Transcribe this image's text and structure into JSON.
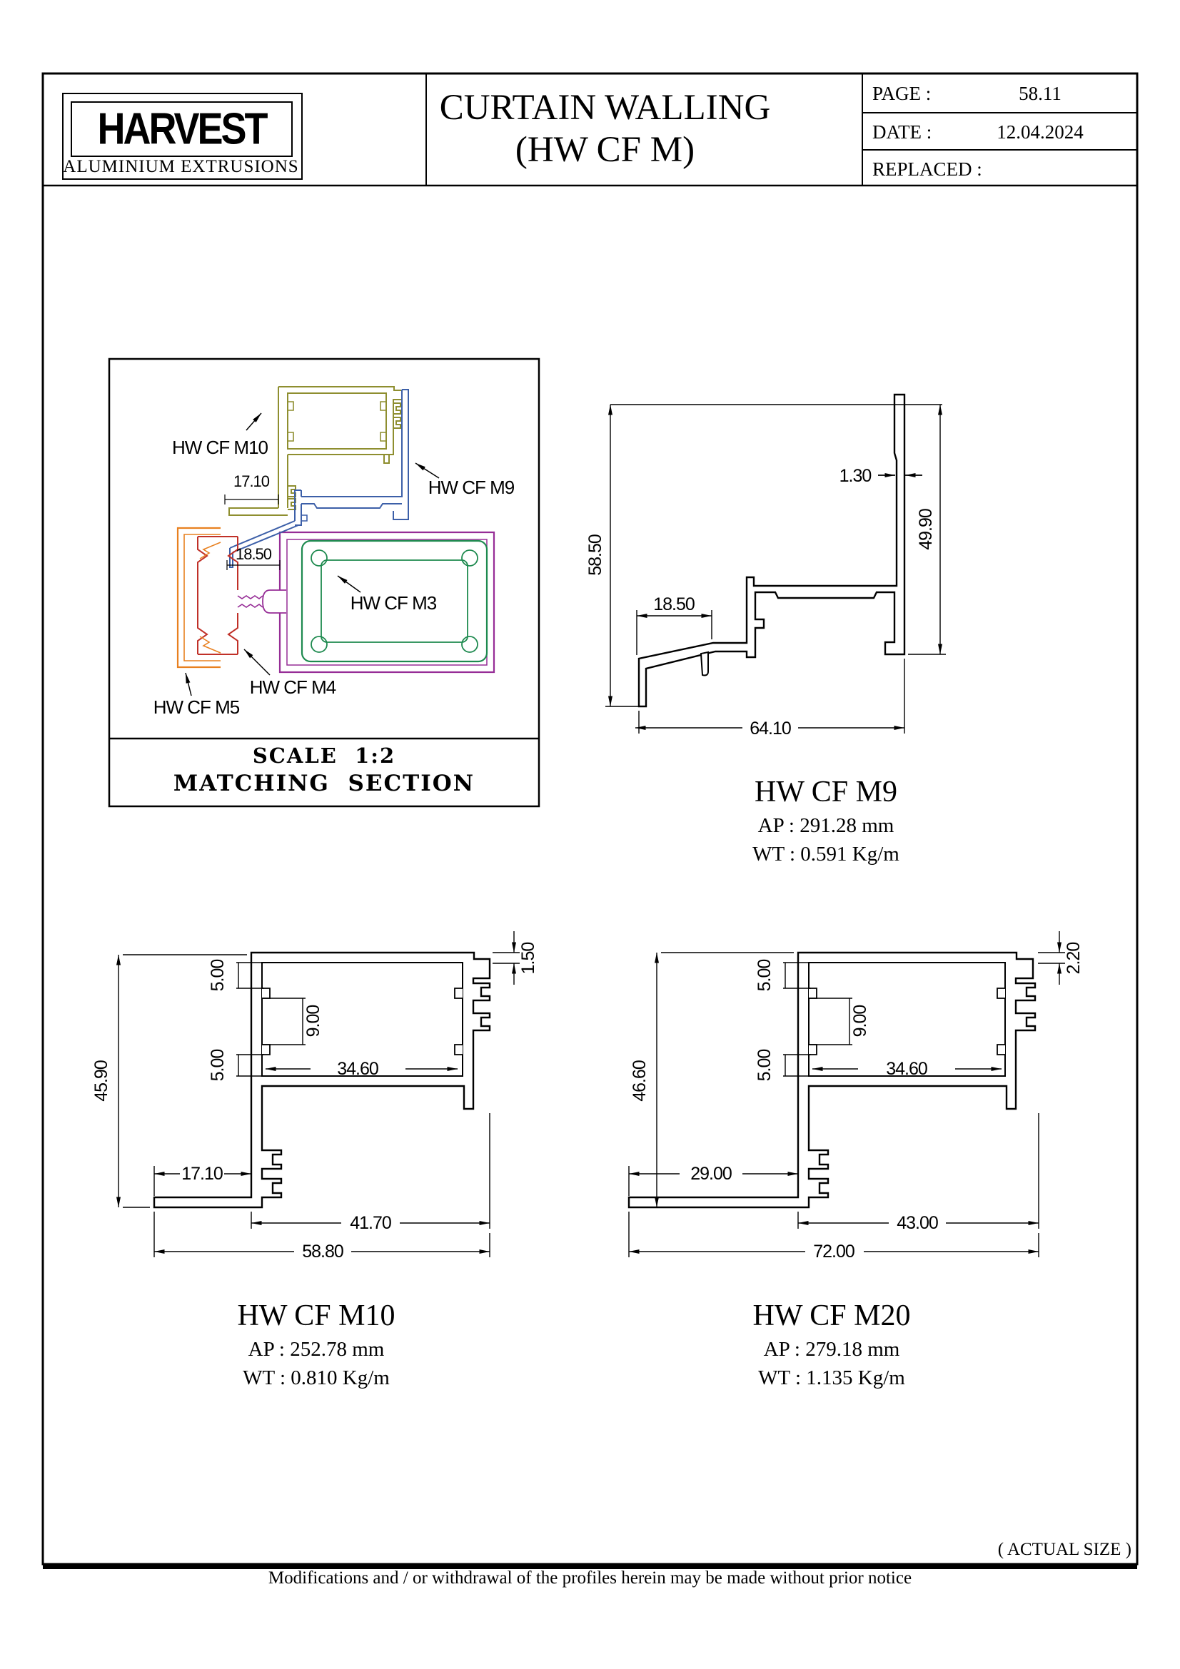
{
  "header": {
    "logo": {
      "brand": "HARVEST",
      "subtitle": "ALUMINIUM EXTRUSIONS"
    },
    "title_line1": "CURTAIN WALLING",
    "title_line2": "(HW CF M)",
    "info": {
      "page_label": "PAGE :",
      "page_value": "58.11",
      "date_label": "DATE :",
      "date_value": "12.04.2024",
      "replaced_label": "REPLACED :",
      "replaced_value": ""
    }
  },
  "matching": {
    "scale": "SCALE  1:2",
    "title": "MATCHING  SECTION",
    "labels": {
      "m10": "HW CF M10",
      "m9": "HW CF M9",
      "m3": "HW CF M3",
      "m4": "HW CF M4",
      "m5": "HW CF M5"
    },
    "dims": {
      "w1710": "17.10",
      "w1850": "18.50"
    },
    "colors": {
      "m10": "#8e8e2f",
      "m9": "#3c5fa8",
      "m3": "#1e8a4f",
      "m4": "#c03028",
      "m5": "#e8801f",
      "frame": "#962d96"
    }
  },
  "m9": {
    "title": "HW CF M9",
    "ap": "AP : 291.28 mm",
    "wt": "WT : 0.591 Kg/m",
    "dims": {
      "h": "58.50",
      "t": "1.30",
      "rh": "49.90",
      "lw": "18.50",
      "w": "64.10"
    }
  },
  "m10": {
    "title": "HW CF M10",
    "ap": "AP : 252.78 mm",
    "wt": "WT : 0.810 Kg/m",
    "dims": {
      "h": "45.90",
      "s1": "5.00",
      "s2": "9.00",
      "s3": "5.00",
      "iw": "34.60",
      "lip": "1.50",
      "leg": "17.10",
      "bw": "41.70",
      "w": "58.80"
    }
  },
  "m20": {
    "title": "HW CF M20",
    "ap": "AP : 279.18 mm",
    "wt": "WT : 1.135 Kg/m",
    "dims": {
      "h": "46.60",
      "s1": "5.00",
      "s2": "9.00",
      "s3": "5.00",
      "iw": "34.60",
      "lip": "2.20",
      "leg": "29.00",
      "bw": "43.00",
      "w": "72.00"
    }
  },
  "footer": {
    "actual": "( ACTUAL SIZE )",
    "note": "Modifications and / or withdrawal of the profiles herein may be made without prior notice"
  }
}
